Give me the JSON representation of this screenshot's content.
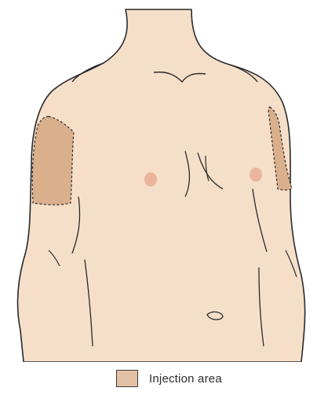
{
  "colors": {
    "skin": "#f6dfc9",
    "injection_area": "#d9af8c",
    "nipple": "#eab59c",
    "outline": "#2a2a2a",
    "background": "#ffffff"
  },
  "regions": [
    {
      "name": "left-upper-arm-injection-area",
      "side": "left"
    },
    {
      "name": "right-upper-arm-injection-area",
      "side": "right"
    }
  ],
  "legend": {
    "label": "Injection area",
    "swatch_color": "#e3c0a4"
  }
}
